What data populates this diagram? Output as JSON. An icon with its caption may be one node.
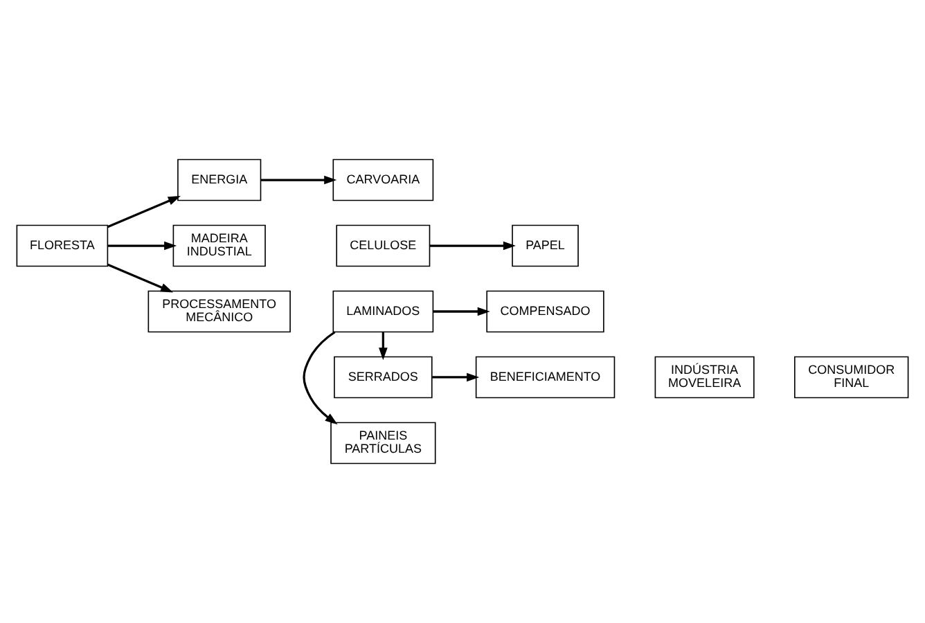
{
  "diagram": {
    "nodes": [
      {
        "text": [
          "FLORESTA"
        ]
      },
      {
        "text": [
          "ENERGIA"
        ]
      },
      {
        "text": [
          "MADEIRA INDUSTIAL"
        ]
      },
      {
        "text": [
          "PROCESSAMENTO MECÂNICO"
        ]
      },
      {
        "text": [
          "CARVOARIA"
        ]
      },
      {
        "text": [
          "CELULOSE"
        ]
      },
      {
        "text": [
          "PAPEL"
        ]
      },
      {
        "text": [
          "PAINEIS PARTÍCULAS"
        ]
      },
      {
        "text": [
          "LAMINADOS"
        ]
      },
      {
        "text": [
          "COMPENSADO"
        ]
      },
      {
        "text": [
          "SERRADOS"
        ]
      },
      {
        "text": [
          "BENEFICIAMENTO"
        ]
      },
      {
        "text": [
          "INDÚSTRIA MOVELEIRA"
        ]
      },
      {
        "text": [
          "CONSUMIDOR FINAL"
        ]
      }
    ],
    "edges": [
      {
        "from": 0,
        "to": 1,
        "arrow": "to"
      },
      {
        "from": 0,
        "to": 2,
        "arrow": "to"
      },
      {
        "from": 0,
        "to": 3,
        "arrow": "to"
      },
      {
        "from": 1,
        "to": 4,
        "arrow": "to"
      },
      {
        "from": 5,
        "to": 6,
        "arrow": "to"
      },
      {
        "from": 8,
        "to": 7,
        "arrow": "to"
      },
      {
        "from": 8,
        "to": 9,
        "arrow": "to"
      },
      {
        "from": 8,
        "to": 10,
        "arrow": "to"
      },
      {
        "from": 10,
        "to": 11,
        "arrow": "to"
      }
    ]
  }
}
